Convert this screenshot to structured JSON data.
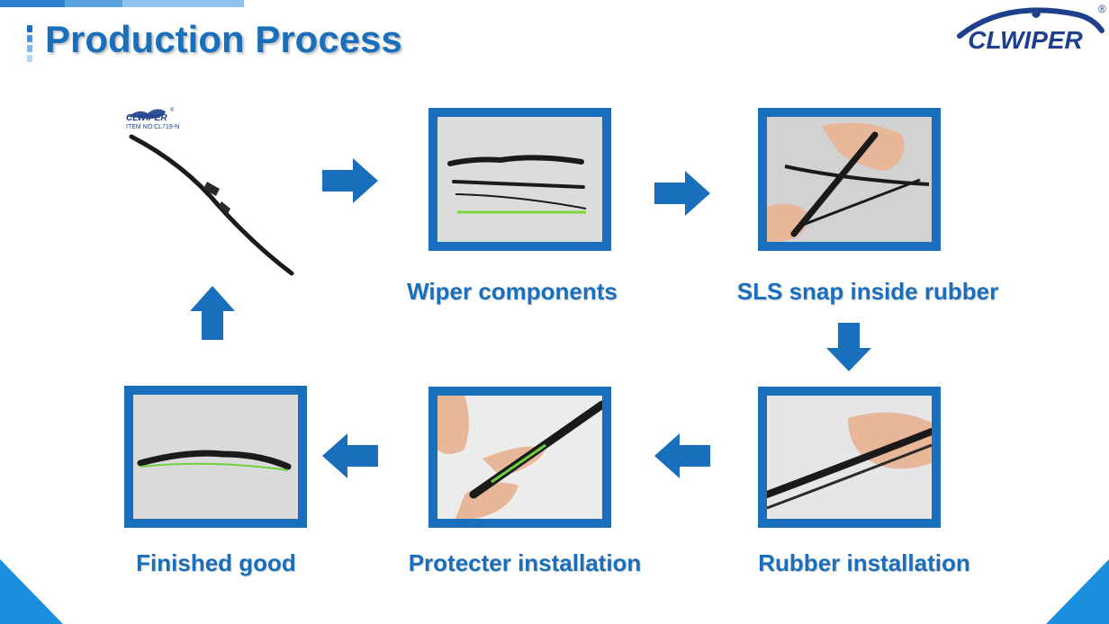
{
  "slide": {
    "title": "Production Process"
  },
  "logo": {
    "brand": "CLWIPER",
    "registered": "®"
  },
  "product": {
    "brand": "CLWIPER",
    "registered": "®",
    "item_no": "ITEM NO:CL719-N"
  },
  "steps": [
    {
      "label": "Wiper components"
    },
    {
      "label": "SLS snap inside rubber"
    },
    {
      "label": "Rubber installation"
    },
    {
      "label": "Protecter installation"
    },
    {
      "label": "Finished good"
    }
  ],
  "colors": {
    "title": "#1a6fbd",
    "caption": "#1a6fbd",
    "frame": "#1a6fbd",
    "arrow": "#1a6fbd",
    "logo": "#1e3f8c",
    "topbar": [
      "#2f7fd0",
      "#5aa2e0",
      "#8fc3ee"
    ],
    "corner": "#1a8fe0"
  }
}
